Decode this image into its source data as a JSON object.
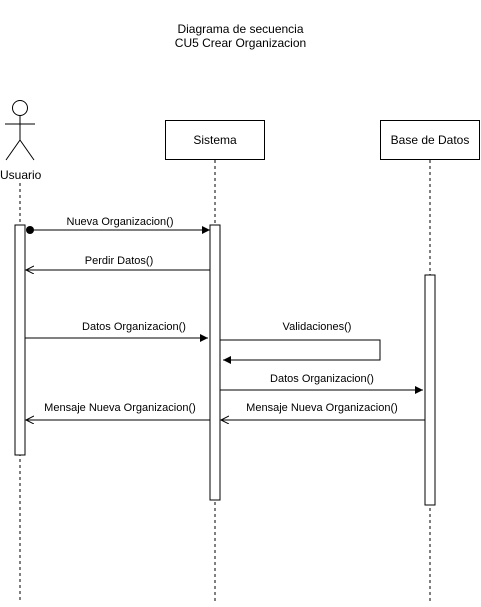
{
  "title": {
    "line1": "Diagrama de secuencia",
    "line2": "CU5 Crear Organizacion"
  },
  "participants": {
    "actor": "Usuario",
    "sistema": "Sistema",
    "base_datos": "Base de Datos"
  },
  "messages": [
    "Nueva Organizacion()",
    "Perdir Datos()",
    "Datos Organizacion()",
    "Validaciones()",
    "Datos Organizacion()",
    "Mensaje Nueva Organizacion()",
    "Mensaje Nueva Organizacion()"
  ]
}
